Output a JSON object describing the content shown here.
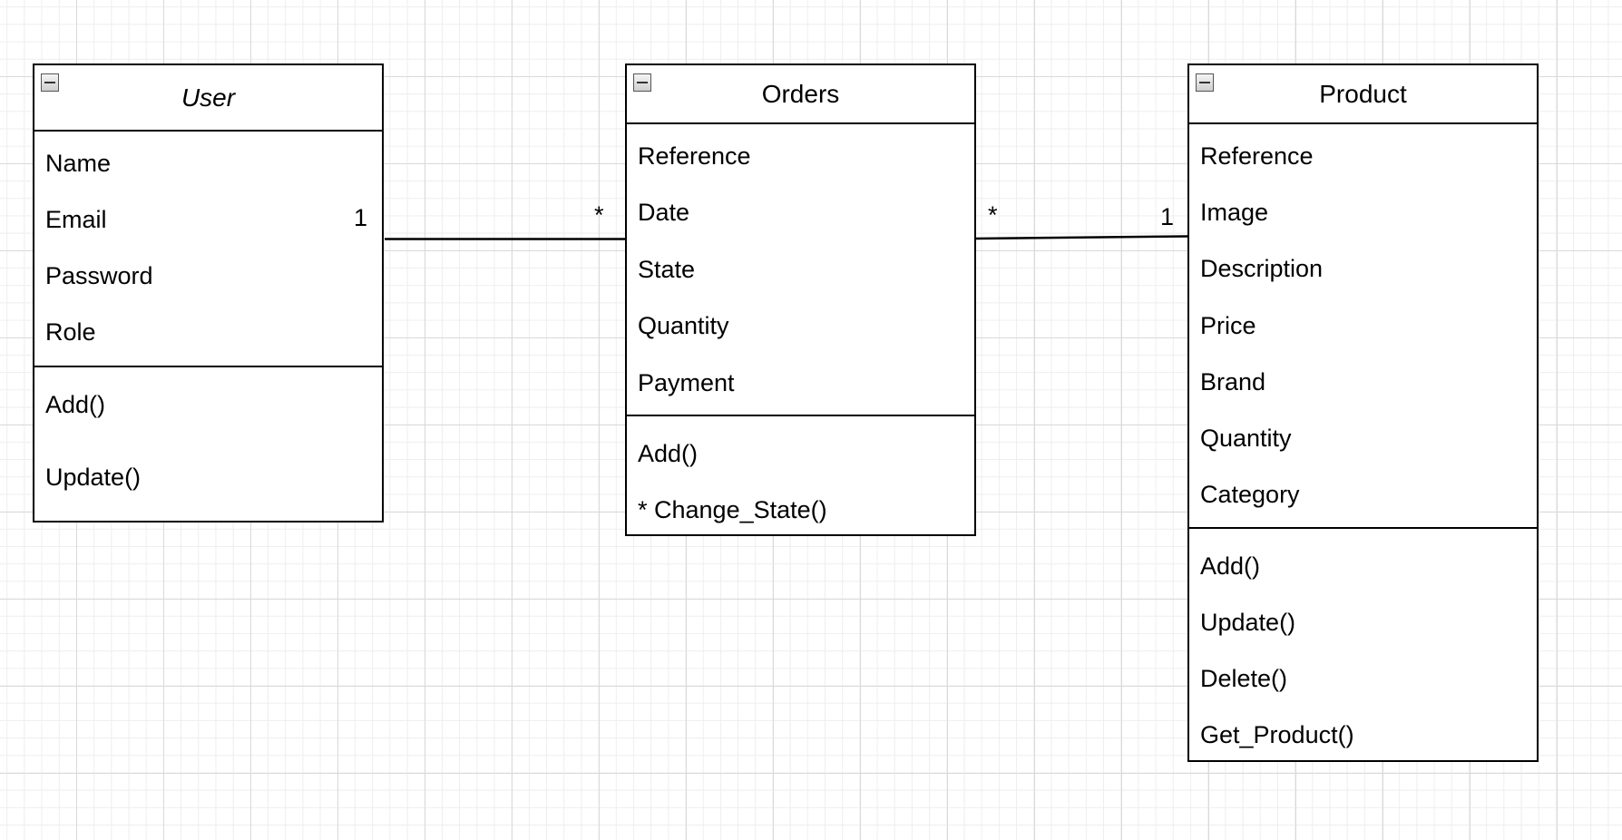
{
  "classes": [
    {
      "name": "User",
      "italic": true,
      "attributes": [
        "Name",
        "Email",
        "Password",
        "Role"
      ],
      "operations": [
        "Add()",
        "Update()"
      ]
    },
    {
      "name": "Orders",
      "italic": false,
      "attributes": [
        "Reference",
        "Date",
        "State",
        "Quantity",
        "Payment"
      ],
      "operations": [
        "Add()",
        "* Change_State()"
      ]
    },
    {
      "name": "Product",
      "italic": false,
      "attributes": [
        "Reference",
        "Image",
        "Description",
        "Price",
        "Brand",
        "Quantity",
        "Category"
      ],
      "operations": [
        "Add()",
        "Update()",
        "Delete()",
        "Get_Product()"
      ]
    }
  ],
  "associations": [
    {
      "from": "User",
      "to": "Orders",
      "from_multiplicity": "1",
      "to_multiplicity": "*"
    },
    {
      "from": "Orders",
      "to": "Product",
      "from_multiplicity": "*",
      "to_multiplicity": "1"
    }
  ],
  "icons": {
    "collapse": "collapse-minus-icon"
  },
  "colors": {
    "line": "#000000",
    "grid": "#dadada",
    "background": "#ffffff"
  }
}
